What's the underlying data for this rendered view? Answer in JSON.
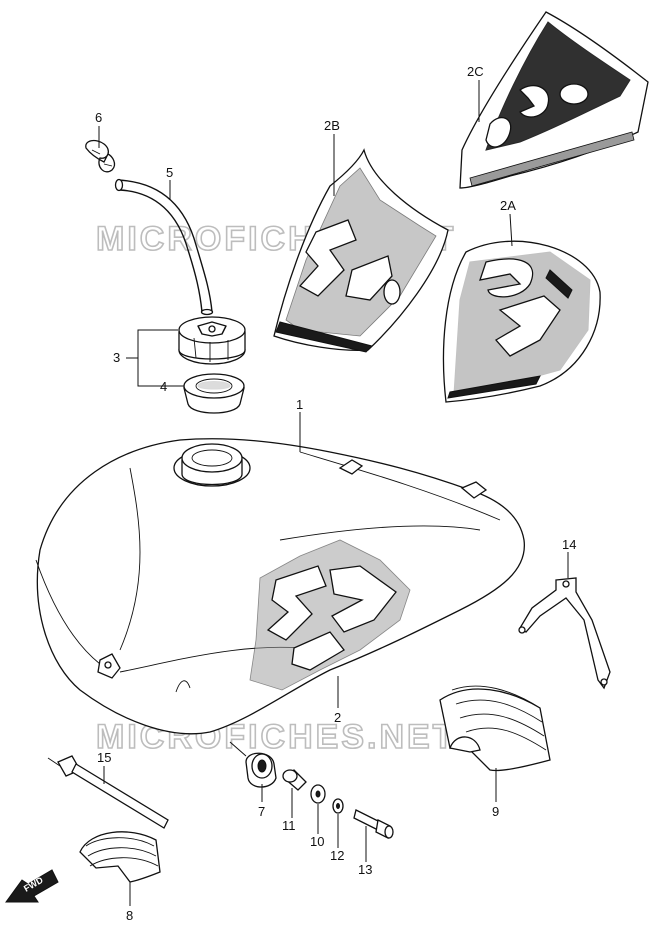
{
  "watermark": "MICROFICHES.NET",
  "fwd_label": "FWD",
  "callouts": {
    "c1": "1",
    "c2": "2",
    "c2a": "2A",
    "c2b": "2B",
    "c2c": "2C",
    "c3": "3",
    "c4": "4",
    "c5": "5",
    "c6": "6",
    "c7": "7",
    "c8": "8",
    "c9": "9",
    "c10": "10",
    "c11": "11",
    "c12": "12",
    "c13": "13",
    "c14": "14",
    "c15": "15"
  }
}
